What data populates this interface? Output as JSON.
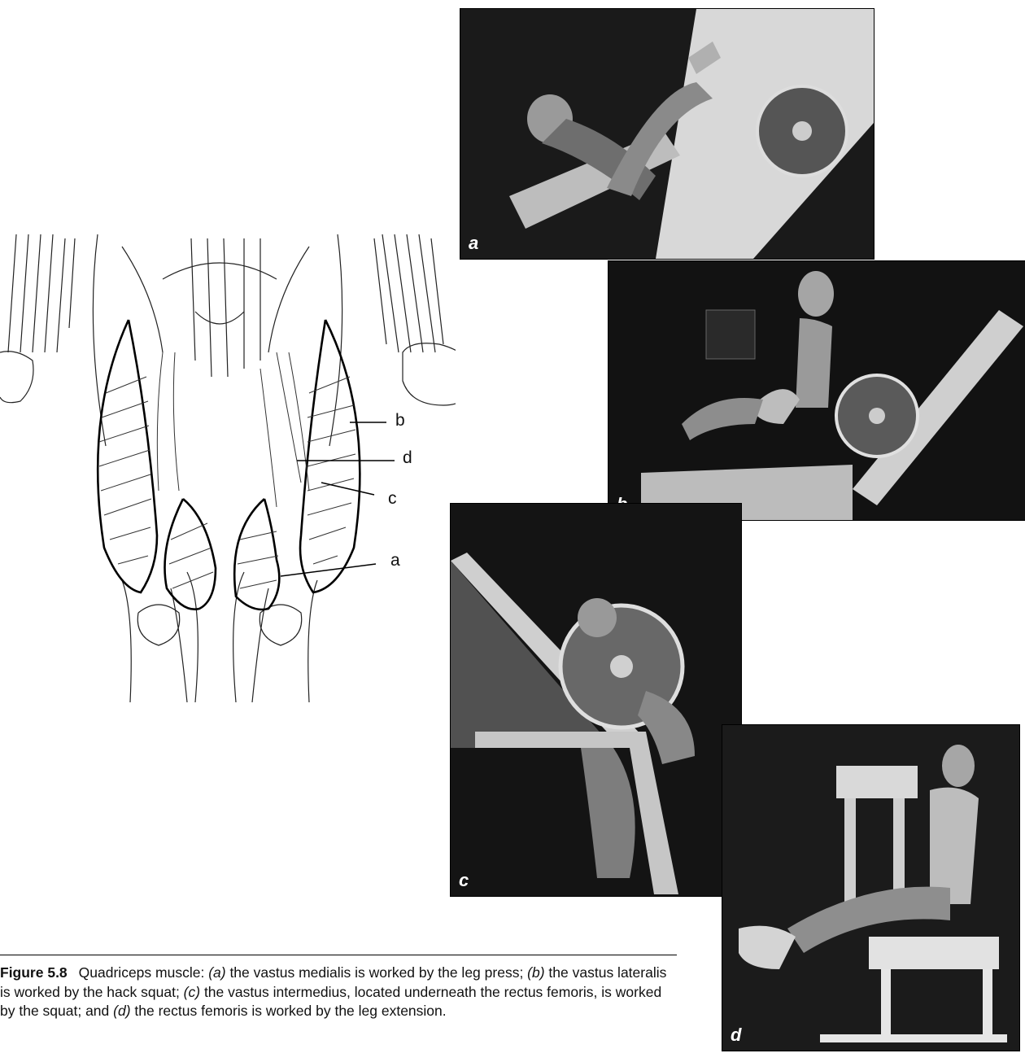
{
  "diagram": {
    "labels": {
      "a": "a",
      "b": "b",
      "c": "c",
      "d": "d"
    }
  },
  "photos": [
    {
      "letter": "a"
    },
    {
      "letter": "b"
    },
    {
      "letter": "c"
    },
    {
      "letter": "d"
    }
  ],
  "caption": {
    "figure_label": "Figure 5.8",
    "t1": "Quadriceps muscle: ",
    "a_mark": "(a)",
    "t2": " the vastus medialis is worked by the leg press; ",
    "b_mark": "(b)",
    "t3": " the vastus lateralis is worked by the hack squat; ",
    "c_mark": "(c)",
    "t4": " the vastus intermedius, located underneath the rectus femoris, is worked by the squat; and ",
    "d_mark": "(d)",
    "t5": " the rectus femoris is worked by the leg extension."
  }
}
